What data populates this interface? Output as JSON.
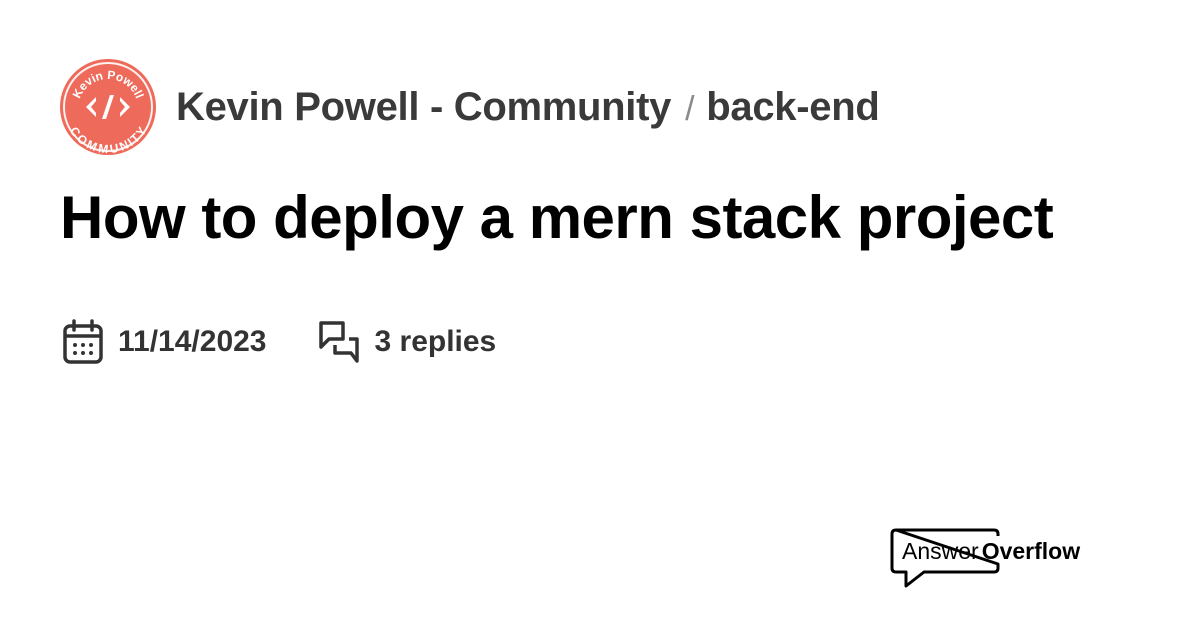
{
  "header": {
    "logo": {
      "top_text": "Kevin Powell",
      "center_text": "</>",
      "bottom_text": "COMMUNITY",
      "color": "#ee6a5a"
    },
    "server_name": "Kevin Powell - Community",
    "separator": "/",
    "channel_name": "back-end"
  },
  "post": {
    "title": "How to deploy a mern stack project",
    "date": "11/14/2023",
    "replies": "3 replies"
  },
  "icons": {
    "date": "calendar-icon",
    "replies": "chat-bubbles-icon"
  },
  "brand": {
    "part1": "Answer",
    "part2": "Overflow"
  }
}
